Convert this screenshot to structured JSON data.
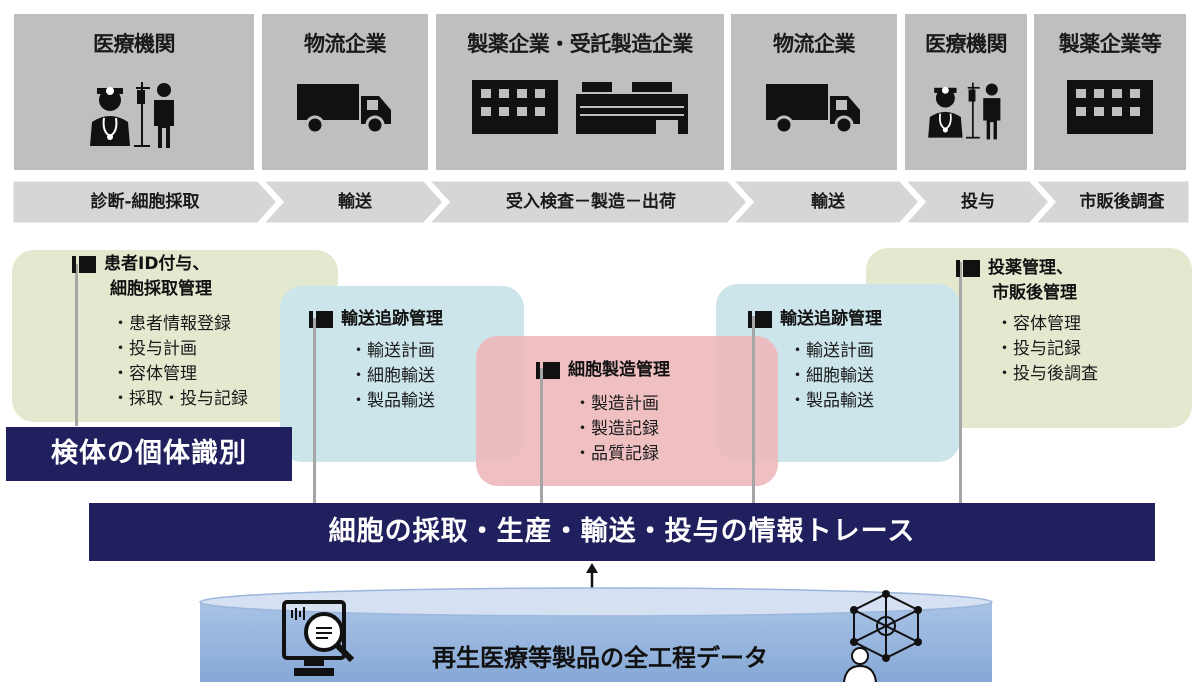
{
  "stages": [
    {
      "title": "医療機関",
      "icon": "doctor-patient-icon"
    },
    {
      "title": "物流企業",
      "icon": "truck-icon"
    },
    {
      "title": "製薬企業・受託製造企業",
      "icon": "factory-icon"
    },
    {
      "title": "物流企業",
      "icon": "truck-icon"
    },
    {
      "title": "医療機関",
      "icon": "doctor-patient-icon"
    },
    {
      "title": "製薬企業等",
      "icon": "building-icon"
    }
  ],
  "process_steps": [
    "診断-細胞採取",
    "輸送",
    "受入検査－製造－出荷",
    "輸送",
    "投与",
    "市販後調査"
  ],
  "panels": {
    "collection": {
      "title_line1": "患者ID付与、",
      "title_line2": "細胞採取管理",
      "items": [
        "患者情報登録",
        "投与計画",
        "容体管理",
        "採取・投与記録"
      ]
    },
    "transport1": {
      "title": "輸送追跡管理",
      "items": [
        "輸送計画",
        "細胞輸送",
        "製品輸送"
      ]
    },
    "manufacturing": {
      "title": "細胞製造管理",
      "items": [
        "製造計画",
        "製造記録",
        "品質記録"
      ]
    },
    "transport2": {
      "title": "輸送追跡管理",
      "items": [
        "輸送計画",
        "細胞輸送",
        "製品輸送"
      ]
    },
    "administration": {
      "title_line1": "投薬管理、",
      "title_line2": "市販後管理",
      "items": [
        "容体管理",
        "投与記録",
        "投与後調査"
      ]
    }
  },
  "specimen_label": "検体の個体識別",
  "trace_bar": "細胞の採取・生産・輸送・投与の情報トレース",
  "database_label": "再生医療等製品の全工程データ",
  "colors": {
    "navy": "#21205e",
    "stage_gray": "#bfbfbf",
    "green_panel": "#e2e9cf",
    "blue_panel": "#cbe5ea",
    "pink_panel": "#eebabd",
    "db_blue": "#8fb0da"
  }
}
